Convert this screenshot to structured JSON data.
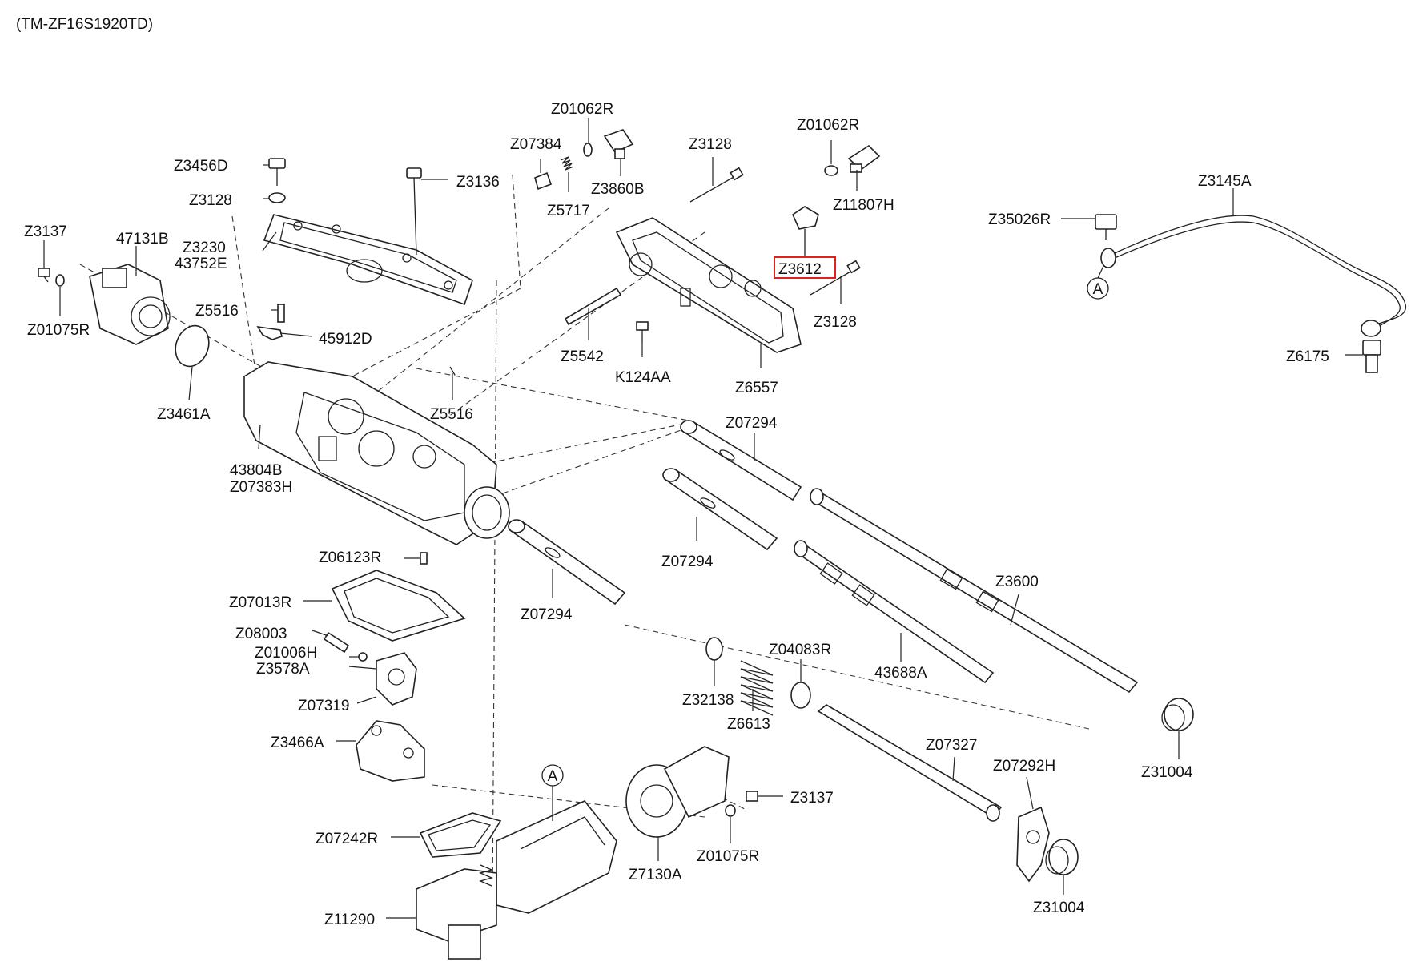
{
  "header": {
    "code": "(TM-ZF16S1920TD)"
  },
  "highlight": {
    "label": "Z3612"
  },
  "callout_marker": "A",
  "labels": {
    "z3456d": "Z3456D",
    "z3128_a": "Z3128",
    "z3230": "Z3230",
    "z43752e": "43752E",
    "z3137_a": "Z3137",
    "z47131b": "47131B",
    "z01075r_a": "Z01075R",
    "z5516_a": "Z5516",
    "z45912d": "45912D",
    "z3461a": "Z3461A",
    "z3136": "Z3136",
    "z07384": "Z07384",
    "z01062r_a": "Z01062R",
    "z3860b": "Z3860B",
    "z5717": "Z5717",
    "z3128_b": "Z3128",
    "z01062r_b": "Z01062R",
    "z11807h": "Z11807H",
    "z3612": "Z3612",
    "z3128_c": "Z3128",
    "z5542": "Z5542",
    "k124aa": "K124AA",
    "z6557": "Z6557",
    "z5516_b": "Z5516",
    "z43804b": "43804B",
    "z07383h": "Z07383H",
    "z3145a": "Z3145A",
    "z35026r": "Z35026R",
    "z6175": "Z6175",
    "z07294_a": "Z07294",
    "z07294_b": "Z07294",
    "z07294_c": "Z07294",
    "z06123r": "Z06123R",
    "z07013r": "Z07013R",
    "z08003": "Z08003",
    "z01006h": "Z01006H",
    "z3578a": "Z3578A",
    "z07319": "Z07319",
    "z3466a": "Z3466A",
    "z3600": "Z3600",
    "z43688a": "43688A",
    "z04083r": "Z04083R",
    "z32138": "Z32138",
    "z6613": "Z6613",
    "z31004_a": "Z31004",
    "z07327": "Z07327",
    "z07292h": "Z07292H",
    "z31004_b": "Z31004",
    "z3137_b": "Z3137",
    "z01075r_b": "Z01075R",
    "z07242r": "Z07242R",
    "z7130a": "Z7130A",
    "z11290": "Z11290"
  }
}
